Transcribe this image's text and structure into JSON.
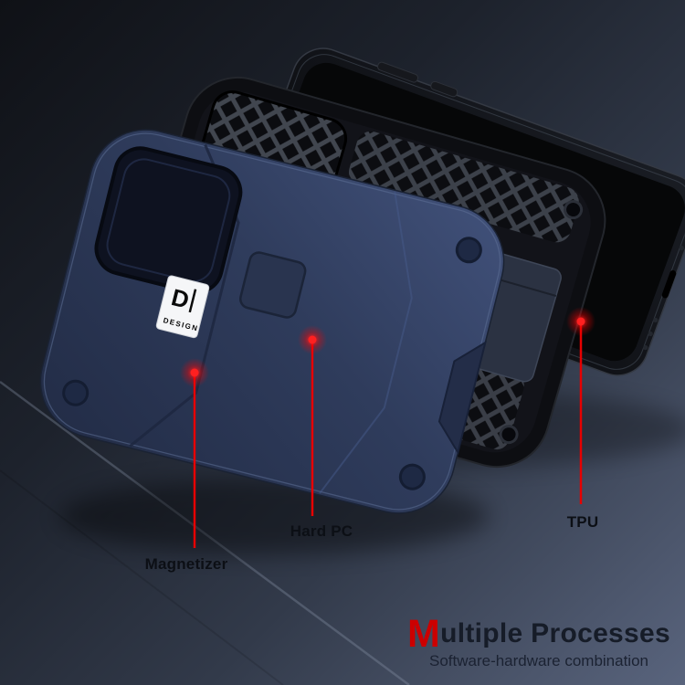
{
  "annotations": [
    {
      "label": "Magnetizer"
    },
    {
      "label": "Hard PC"
    },
    {
      "label": "TPU"
    }
  ],
  "logo": {
    "glyph": "D",
    "text": "DESIGN"
  },
  "caption": {
    "initial": "M",
    "rest": "ultiple Processes",
    "subtitle": "Software-hardware combination"
  },
  "colors": {
    "accent_red": "#e60000",
    "case_blue": "#2f3c5c",
    "tpu_black": "#111318",
    "phone_black": "#0b0c10",
    "title_text": "#161c28"
  }
}
